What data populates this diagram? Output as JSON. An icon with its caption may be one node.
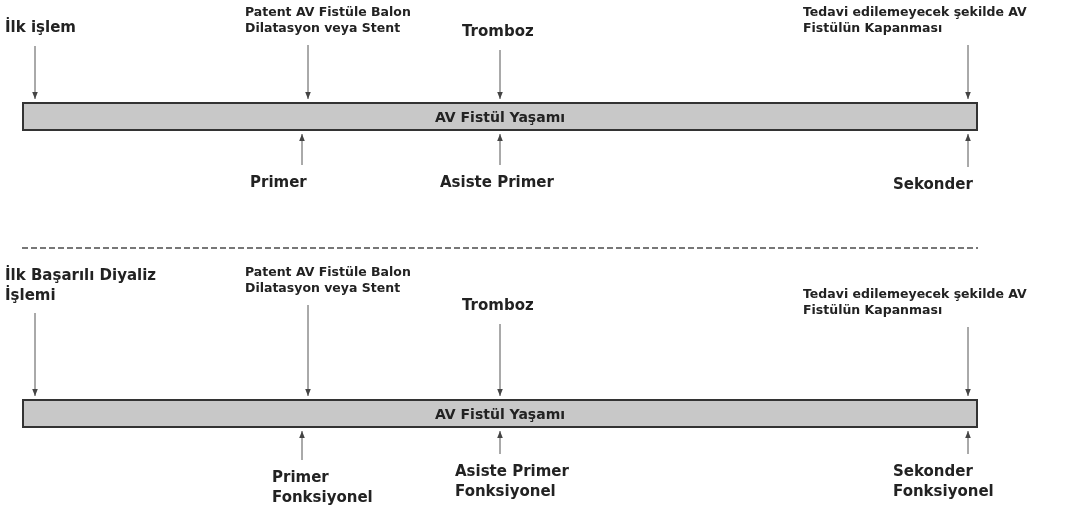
{
  "diagram": {
    "nodes": [
      {
        "text": [
          "İlk işlem"
        ]
      },
      {
        "text": [
          "Patent AV Fistüle Balon Dilatasyon veya Stent"
        ]
      },
      {
        "text": [
          "Tromboz"
        ]
      },
      {
        "text": [
          "Tedavi edilemeyecek şekilde AV Fistülün Kapanması"
        ]
      },
      {
        "text": [
          "AV Fistül Yaşamı"
        ]
      },
      {
        "text": [
          "Primer"
        ]
      },
      {
        "text": [
          "Asiste Primer"
        ]
      },
      {
        "text": [
          "Sekonder"
        ]
      },
      {
        "text": [
          "İlk Başarılı Diyaliz İşlemi"
        ]
      },
      {
        "text": [
          "Patent AV Fistüle Balon Dilatasyon veya Stent"
        ]
      },
      {
        "text": [
          "Tromboz"
        ]
      },
      {
        "text": [
          "Tedavi edilemeyecek şekilde AV Fistülün Kapanması"
        ]
      },
      {
        "text": [
          "AV Fistül Yaşamı"
        ]
      },
      {
        "text": [
          "Primer Fonksiyonel"
        ]
      },
      {
        "text": [
          "Asiste Primer Fonksiyonel"
        ]
      },
      {
        "text": [
          "Sekonder Fonksiyonel"
        ]
      }
    ],
    "edges": [
      {
        "from": 0,
        "to": 4,
        "arrow": "to"
      },
      {
        "from": 1,
        "to": 4,
        "arrow": "to"
      },
      {
        "from": 2,
        "to": 4,
        "arrow": "to"
      },
      {
        "from": 3,
        "to": 4,
        "arrow": "to"
      },
      {
        "from": 5,
        "to": 4,
        "arrow": "to"
      },
      {
        "from": 6,
        "to": 4,
        "arrow": "to"
      },
      {
        "from": 7,
        "to": 4,
        "arrow": "to"
      },
      {
        "from": 8,
        "to": 12,
        "arrow": "to"
      },
      {
        "from": 9,
        "to": 12,
        "arrow": "to"
      },
      {
        "from": 10,
        "to": 12,
        "arrow": "to"
      },
      {
        "from": 11,
        "to": 12,
        "arrow": "to"
      },
      {
        "from": 13,
        "to": 12,
        "arrow": "to"
      },
      {
        "from": 14,
        "to": 12,
        "arrow": "to"
      },
      {
        "from": 15,
        "to": 12,
        "arrow": "to"
      }
    ]
  }
}
